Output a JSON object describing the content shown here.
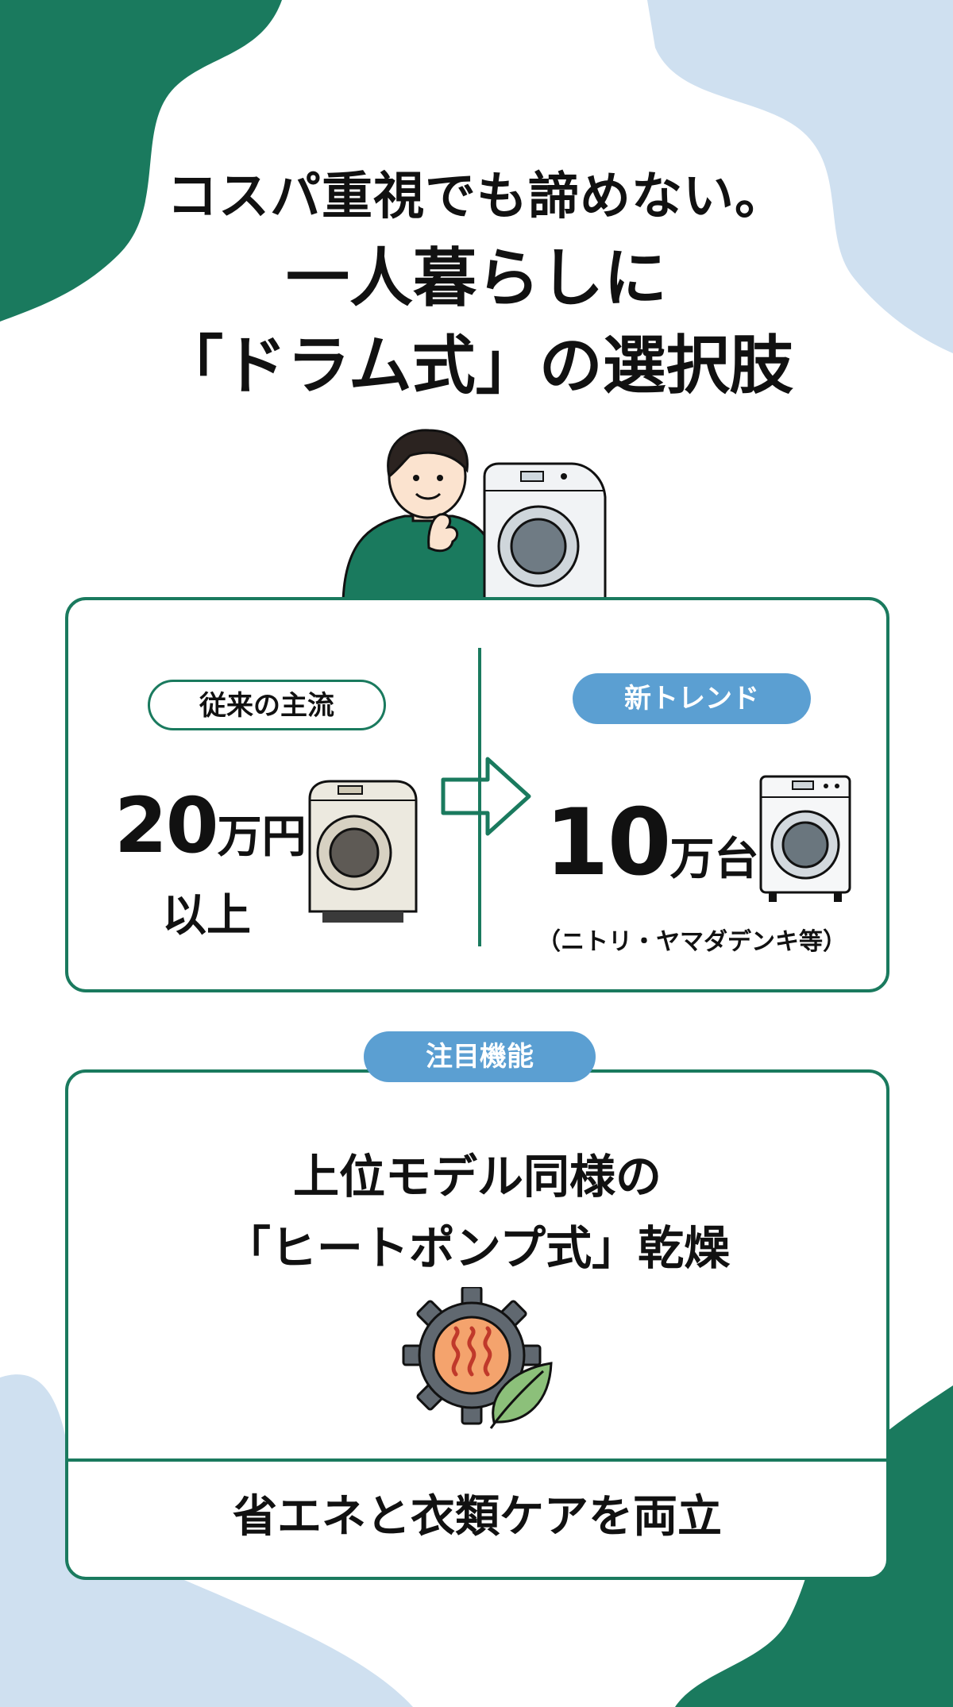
{
  "title": {
    "line1": "コスパ重視でも諦めない。",
    "line2": "一人暮らしに",
    "line3": "「ドラム式」の選択肢"
  },
  "comparison": {
    "old": {
      "tag": "従来の主流",
      "price_number": "20",
      "price_unit": "万円",
      "price_sub": "以上"
    },
    "new": {
      "tag": "新トレンド",
      "price_number": "10",
      "price_unit": "万台",
      "note": "（ニトリ・ヤマダデンキ等）"
    }
  },
  "feature": {
    "tag": "注目機能",
    "title_line1": "上位モデル同様の",
    "title_line2": "「ヒートポンプ式」乾燥",
    "bottom_text": "省エネと衣類ケアを両立"
  },
  "colors": {
    "green": "#1a7a5e",
    "blue": "#5b9fd2",
    "light_blue": "#cfe0f0"
  },
  "icons": [
    "person-thinking-illustration",
    "washing-machine-icon",
    "arrow-right-icon",
    "gear-heat-icon",
    "leaf-icon"
  ]
}
